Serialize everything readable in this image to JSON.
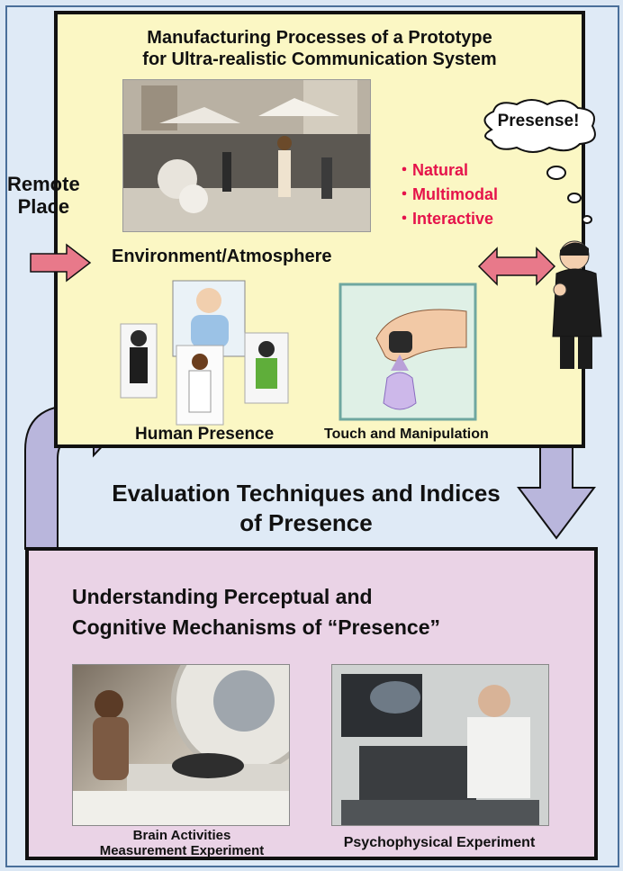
{
  "top": {
    "title_line1": "Manufacturing Processes of a Prototype",
    "title_line2": "for Ultra-realistic Communication System",
    "bullets": [
      "・Natural",
      "・Multimodal",
      "・Interactive"
    ],
    "environment_label": "Environment/Atmosphere",
    "human_presence_label": "Human Presence",
    "touch_label": "Touch and Manipulation"
  },
  "remote": {
    "line1": "Remote",
    "line2": "Place"
  },
  "thought": {
    "text": "Presense!"
  },
  "middle": {
    "line1": "Evaluation Techniques and Indices",
    "line2": "of Presence"
  },
  "bottom": {
    "title_line1": "Understanding Perceptual and",
    "title_line2": "Cognitive Mechanisms of “Presence”",
    "brain_caption_line1": "Brain Activities",
    "brain_caption_line2": "Measurement Experiment",
    "psy_caption": "Psychophysical Experiment"
  },
  "colors": {
    "top_box": "#fbf7c4",
    "bottom_box": "#ead3e6",
    "bullet_red": "#e5134b",
    "arrow_pink": "#e8798a",
    "arrow_lavender": "#b9b6dc"
  }
}
